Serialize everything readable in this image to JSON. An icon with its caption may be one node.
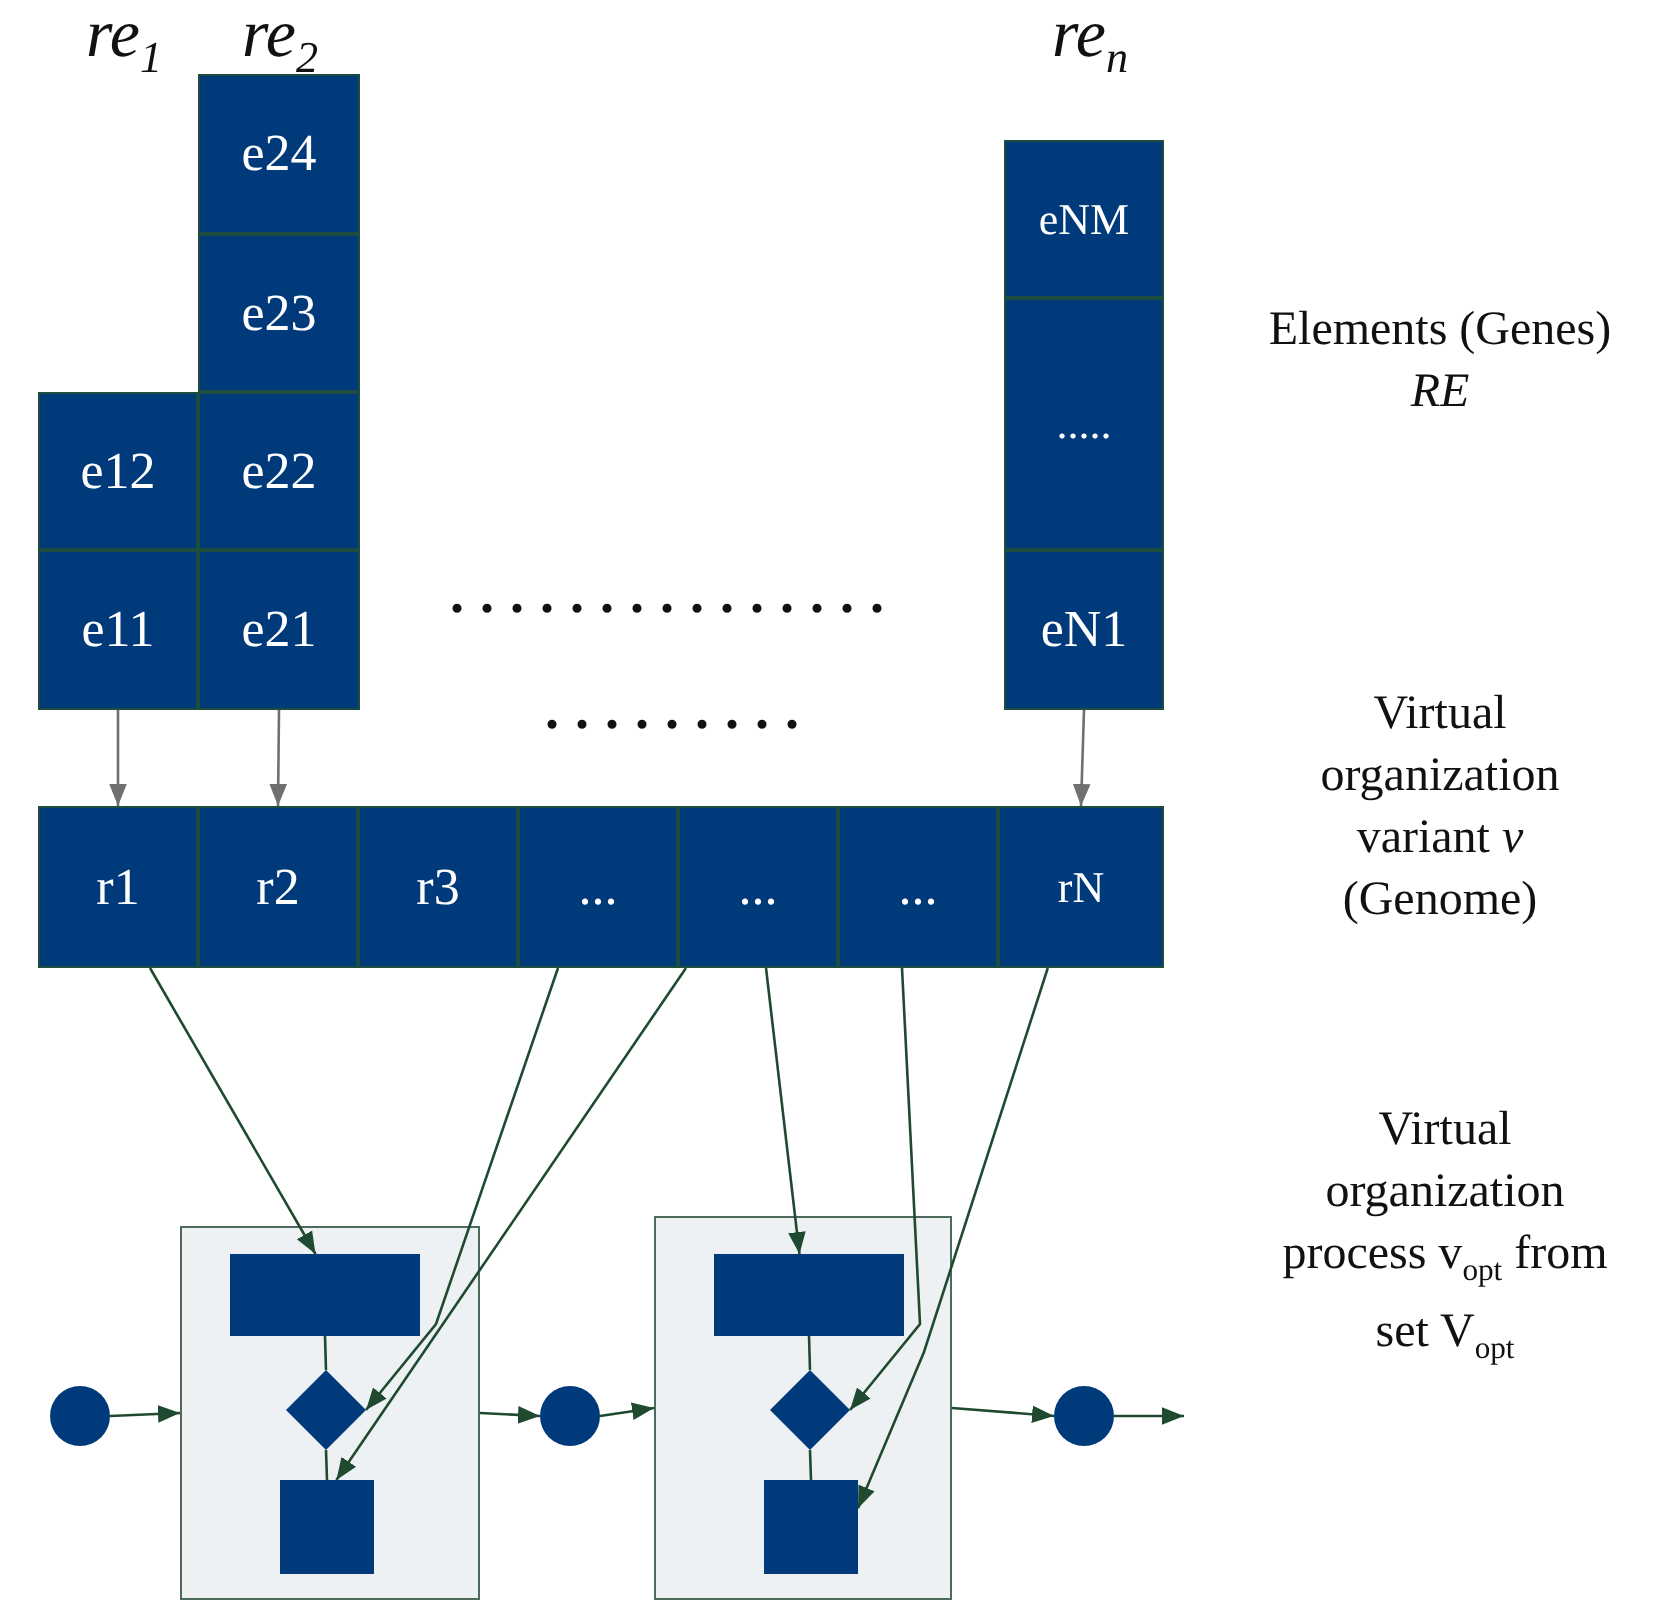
{
  "diagram": {
    "nodes": [
      {
        "text": [
          "e12"
        ]
      },
      {
        "text": [
          "e11"
        ]
      },
      {
        "text": [
          "e24"
        ]
      },
      {
        "text": [
          "e23"
        ]
      },
      {
        "text": [
          "e22"
        ]
      },
      {
        "text": [
          "e21"
        ]
      },
      {
        "text": [
          "eNM"
        ]
      },
      {
        "text": [
          "....."
        ]
      },
      {
        "text": [
          "eN1"
        ]
      },
      {
        "text": [
          "r1"
        ]
      },
      {
        "text": [
          "r2"
        ]
      },
      {
        "text": [
          "r3"
        ]
      },
      {
        "text": [
          "..."
        ]
      },
      {
        "text": [
          "..."
        ]
      },
      {
        "text": [
          "..."
        ]
      },
      {
        "text": [
          "rN"
        ]
      },
      {
        "text": [],
        "shape": "circle"
      },
      {
        "text": [],
        "shape": "box"
      },
      {
        "text": [],
        "shape": "box",
        "in": 17
      },
      {
        "text": [],
        "shape": "diamond",
        "in": 17
      },
      {
        "text": [],
        "shape": "box",
        "in": 17
      },
      {
        "text": [],
        "shape": "circle"
      },
      {
        "text": [],
        "shape": "box"
      },
      {
        "text": [],
        "shape": "box",
        "in": 22
      },
      {
        "text": [],
        "shape": "diamond",
        "in": 22
      },
      {
        "text": [],
        "shape": "box",
        "in": 22
      },
      {
        "text": [],
        "shape": "circle"
      }
    ],
    "edges": [
      {
        "from": 1,
        "to": 9,
        "arrow": "to",
        "color": "#707070"
      },
      {
        "from": 5,
        "to": 10,
        "arrow": "to",
        "color": "#707070"
      },
      {
        "from": 8,
        "to": 15,
        "arrow": "to",
        "color": "#707070"
      },
      {
        "from": 9,
        "to": 18,
        "arrow": "to"
      },
      {
        "from": 12,
        "to": 19,
        "arrow": "to"
      },
      {
        "from": 13,
        "to": 20,
        "arrow": "to"
      },
      {
        "from": 13,
        "to": 23,
        "arrow": "to"
      },
      {
        "from": 14,
        "to": 24,
        "arrow": "to"
      },
      {
        "from": 15,
        "to": 25,
        "arrow": "to"
      },
      {
        "from": 16,
        "to": 17,
        "arrow": "to"
      },
      {
        "from": 17,
        "to": 21,
        "arrow": "to"
      },
      {
        "from": 21,
        "to": 22,
        "arrow": "to"
      },
      {
        "from": 22,
        "to": 26,
        "arrow": "to"
      },
      {
        "from": 26,
        "to": null,
        "arrow": "to"
      },
      {
        "from": 18,
        "to": 19,
        "arrow": "none"
      },
      {
        "from": 19,
        "to": 20,
        "arrow": "none"
      },
      {
        "from": 23,
        "to": 24,
        "arrow": "none"
      },
      {
        "from": 24,
        "to": 25,
        "arrow": "none"
      }
    ],
    "labels": [
      "re$_{1}$",
      "re$_{2}$",
      "re$_{n}$",
      "...............",
      ".........",
      "Elements (Genes) *RE*",
      "Virtual organization variant *v* (Genome)",
      "Virtual organization process v$_{opt}$ from set V$_{opt}$"
    ]
  }
}
